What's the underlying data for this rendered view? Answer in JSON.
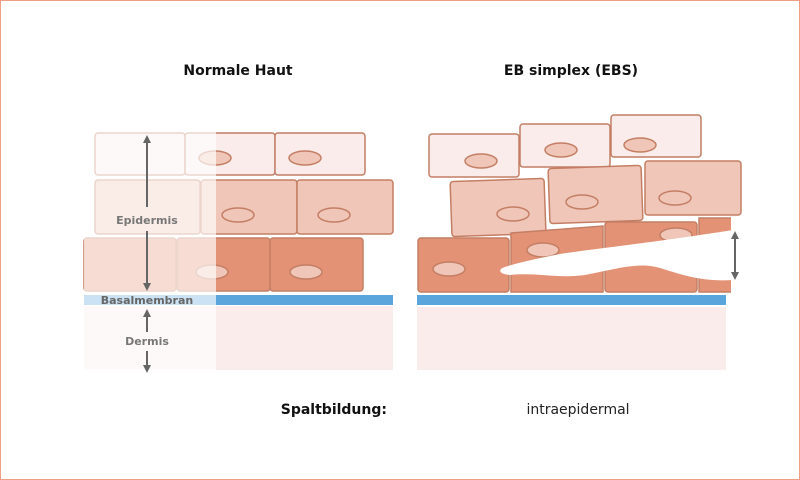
{
  "left_panel": {
    "title": "Normale Haut",
    "labels": {
      "epidermis": "Epidermis",
      "basement": "Basalmembran",
      "dermis": "Dermis"
    }
  },
  "right_panel": {
    "title": "EB simplex (EBS)"
  },
  "footer": {
    "label": "Spaltbildung:",
    "value": "intraepidermal"
  },
  "colors": {
    "top_cell": "#f9ecea",
    "mid_cell": "#efc6b8",
    "basal_cell": "#e39275",
    "cell_stroke": "#c47e64",
    "membrane": "#5aa5dc",
    "arrow": "#666666"
  }
}
